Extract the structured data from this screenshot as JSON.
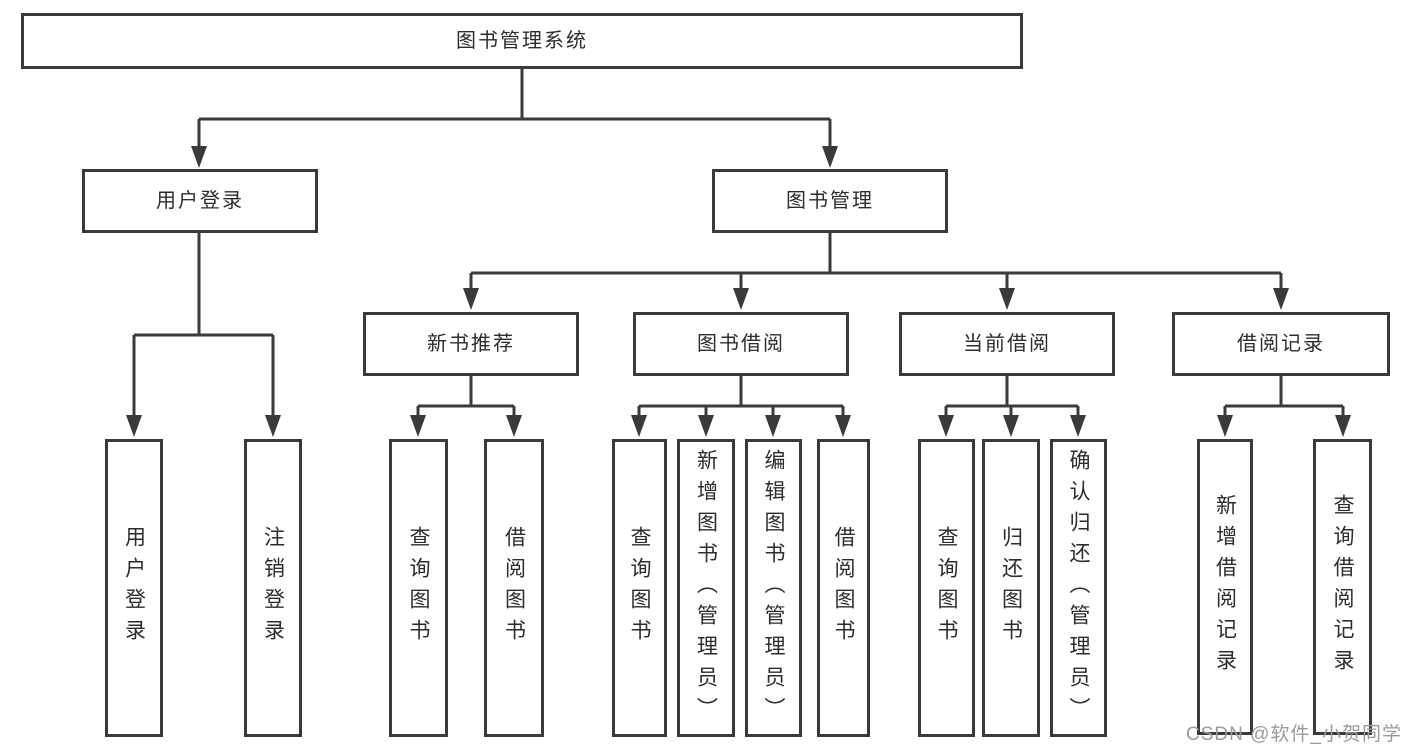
{
  "diagram": {
    "type": "hierarchy-tree",
    "nodes": {
      "root": "图书管理系统",
      "user_login": "用户登录",
      "book_management": "图书管理",
      "new_book_recommend": "新书推荐",
      "book_borrow": "图书借阅",
      "current_borrow": "当前借阅",
      "borrow_record": "借阅记录",
      "leaf_user_login": "用户登录",
      "leaf_logout": "注销登录",
      "rec_query_book": "查询图书",
      "rec_borrow_book": "借阅图书",
      "bb_query_book": "查询图书",
      "bb_add_book": "新增图书（管理员）",
      "bb_edit_book": "编辑图书（管理员）",
      "bb_borrow_book": "借阅图书",
      "cb_query_book": "查询图书",
      "cb_return_book": "归还图书",
      "cb_confirm_return": "确认归还（管理员）",
      "br_add_record": "新增借阅记录",
      "br_query_record": "查询借阅记录"
    },
    "edges": [
      [
        "图书管理系统",
        "用户登录"
      ],
      [
        "图书管理系统",
        "图书管理"
      ],
      [
        "用户登录",
        "用户登录"
      ],
      [
        "用户登录",
        "注销登录"
      ],
      [
        "图书管理",
        "新书推荐"
      ],
      [
        "图书管理",
        "图书借阅"
      ],
      [
        "图书管理",
        "当前借阅"
      ],
      [
        "图书管理",
        "借阅记录"
      ],
      [
        "新书推荐",
        "查询图书"
      ],
      [
        "新书推荐",
        "借阅图书"
      ],
      [
        "图书借阅",
        "查询图书"
      ],
      [
        "图书借阅",
        "新增图书（管理员）"
      ],
      [
        "图书借阅",
        "编辑图书（管理员）"
      ],
      [
        "图书借阅",
        "借阅图书"
      ],
      [
        "当前借阅",
        "查询图书"
      ],
      [
        "当前借阅",
        "归还图书"
      ],
      [
        "当前借阅",
        "确认归还（管理员）"
      ],
      [
        "借阅记录",
        "新增借阅记录"
      ],
      [
        "借阅记录",
        "查询借阅记录"
      ]
    ],
    "colors": {
      "line": "#3a3a3a",
      "box_border": "#3a3a3a",
      "text": "#2d2d2d",
      "watermark": "#9b9b9b",
      "background": "#ffffff"
    },
    "watermark": "CSDN @软件_小贺同学"
  }
}
